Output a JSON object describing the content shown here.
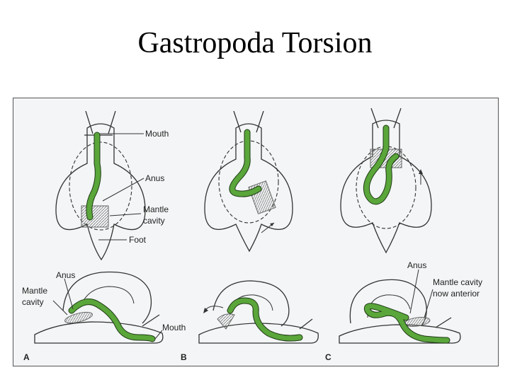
{
  "title": "Gastropoda Torsion",
  "colors": {
    "gut": "#5aa63a",
    "gut_outline": "#1f3a16",
    "body_outline": "#333333",
    "panel_bg": "#f3f5f6",
    "frame": "#555555"
  },
  "top_labels": {
    "mouth": "Mouth",
    "anus": "Anus",
    "mantle_line1": "Mantle",
    "mantle_line2": "cavity",
    "foot": "Foot"
  },
  "bottom_labels": {
    "a_anus": "Anus",
    "a_mantle_line1": "Mantle",
    "a_mantle_line2": "cavity",
    "a_mouth": "Mouth",
    "c_anus": "Anus",
    "c_mantle_line1": "Mantle cavity",
    "c_mantle_line2": "now anterior"
  },
  "panel_letters": {
    "a": "A",
    "b": "B",
    "c": "C"
  }
}
